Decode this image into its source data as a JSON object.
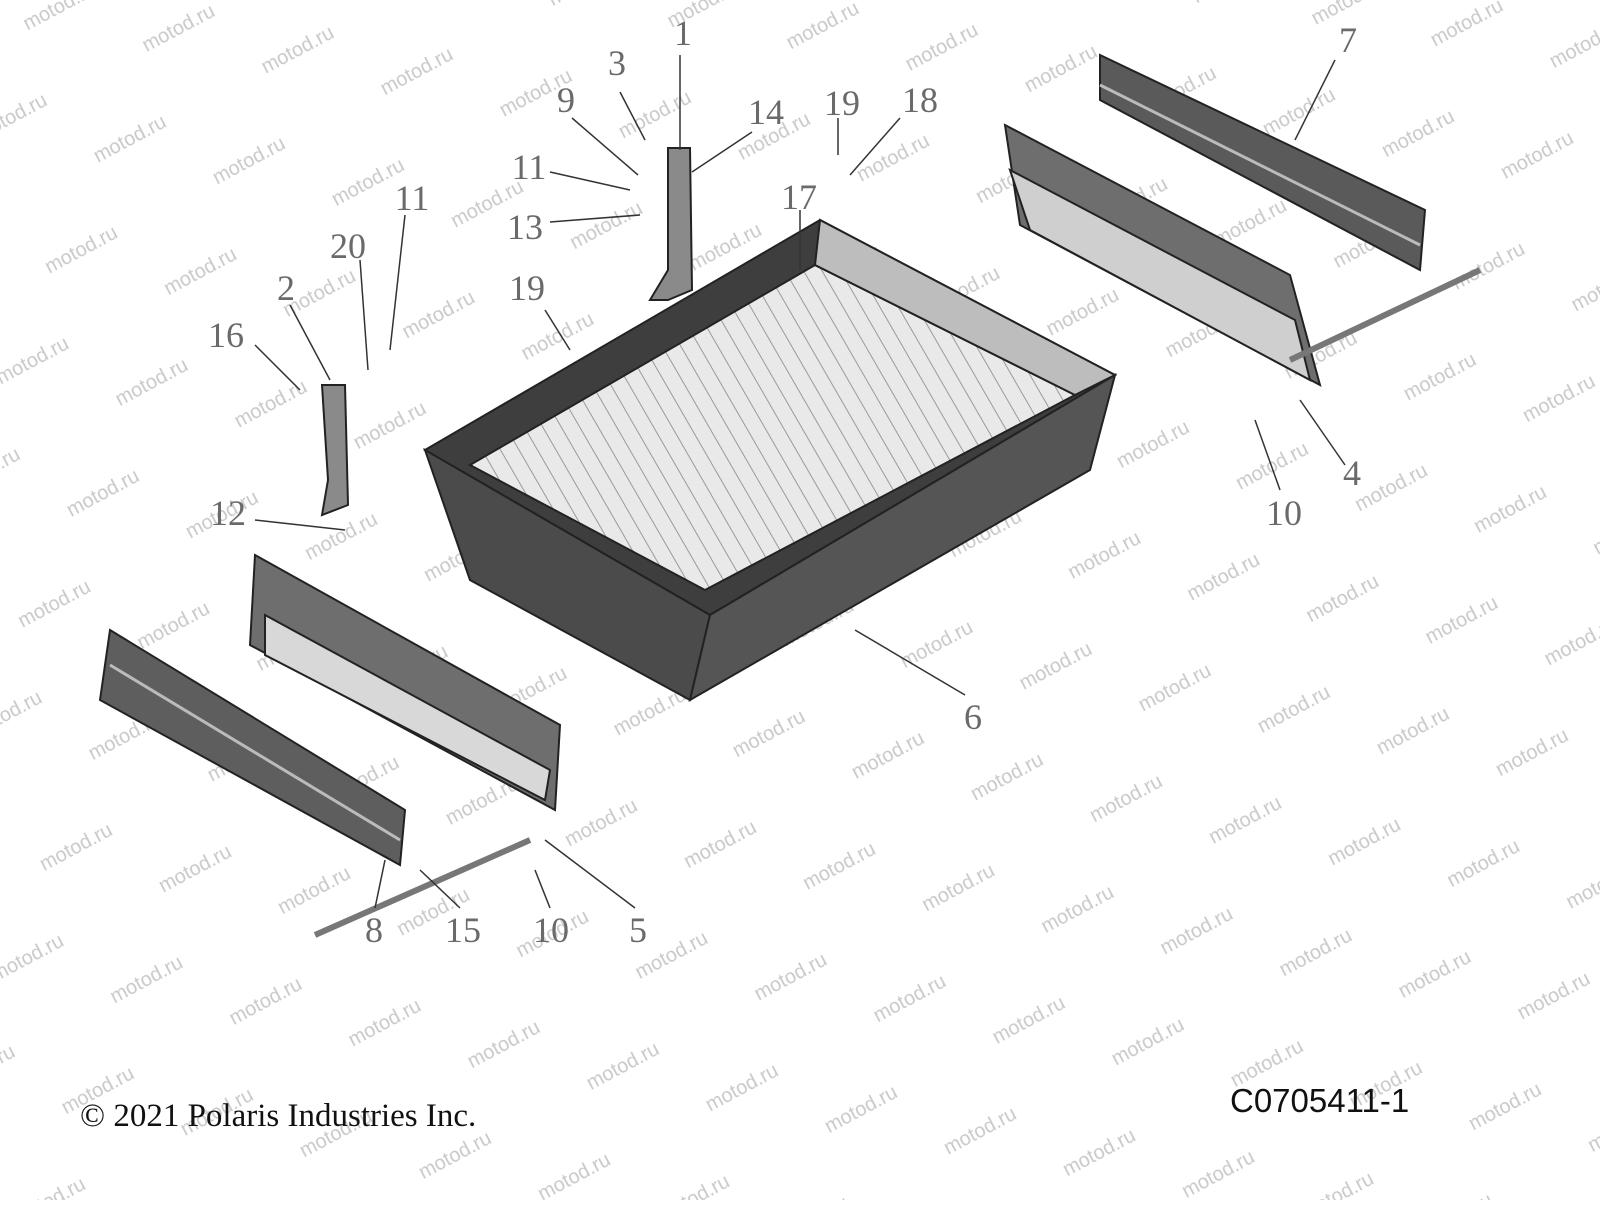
{
  "diagram": {
    "copyright": "© 2021 Polaris Industries Inc.",
    "drawing_code": "C0705411-1",
    "watermark": "motod.ru",
    "callouts": [
      "1",
      "3",
      "9",
      "14",
      "19",
      "18",
      "7",
      "11",
      "13",
      "17",
      "20",
      "11",
      "2",
      "16",
      "19",
      "12",
      "4",
      "10",
      "6",
      "8",
      "15",
      "10",
      "5"
    ]
  }
}
